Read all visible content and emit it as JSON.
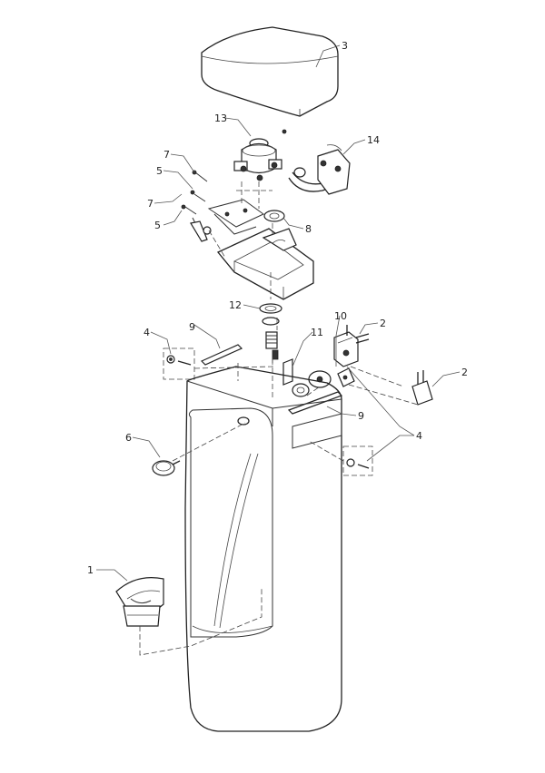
{
  "callouts": {
    "c1": "1",
    "c2a": "2",
    "c2b": "2",
    "c3": "3",
    "c4a": "4",
    "c4b": "4",
    "c5a": "5",
    "c5b": "5",
    "c6": "6",
    "c7a": "7",
    "c7b": "7",
    "c8": "8",
    "c9a": "9",
    "c9b": "9",
    "c10": "10",
    "c11": "11",
    "c12": "12",
    "c13": "13",
    "c14": "14"
  }
}
